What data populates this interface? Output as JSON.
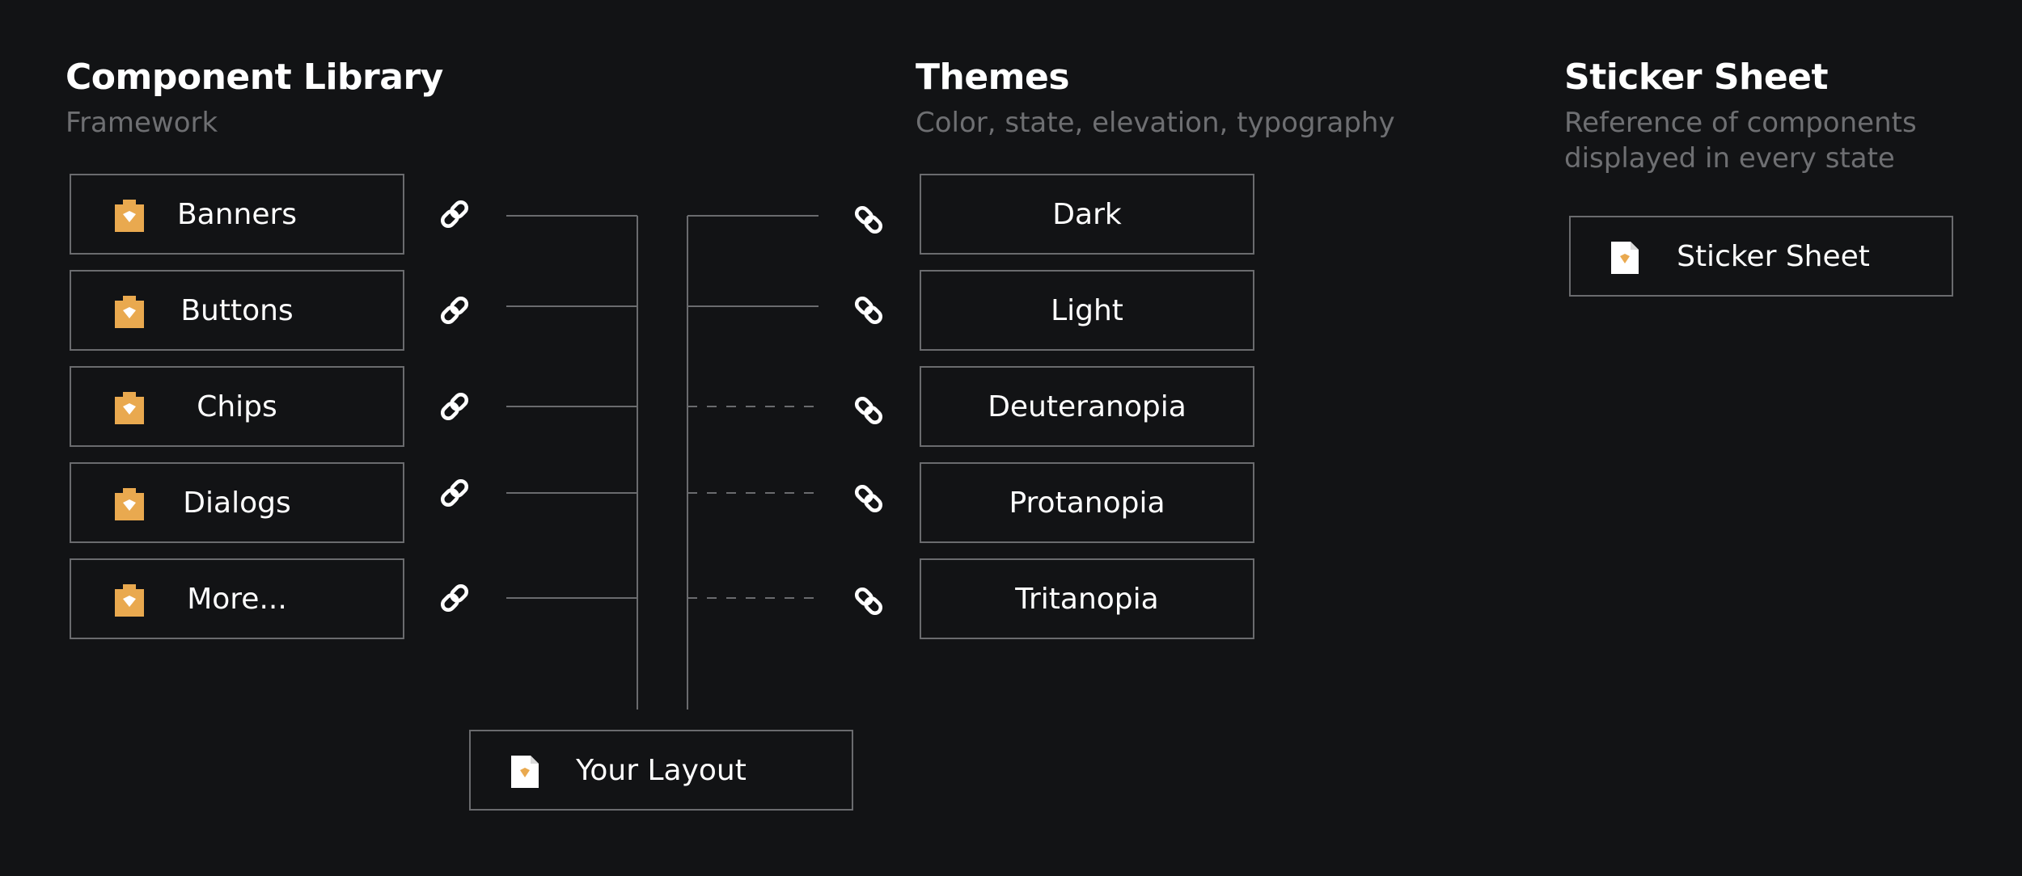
{
  "sections": {
    "library": {
      "title": "Component Library",
      "subtitle": "Framework"
    },
    "themes": {
      "title": "Themes",
      "subtitle": "Color, state, elevation, typography"
    },
    "sticker": {
      "title": "Sticker Sheet",
      "subtitle_line1": "Reference of components",
      "subtitle_line2": "displayed in every state"
    }
  },
  "library_items": [
    "Banners",
    "Buttons",
    "Chips",
    "Dialogs",
    "More..."
  ],
  "theme_items": [
    "Dark",
    "Light",
    "Deuteranopia",
    "Protanopia",
    "Tritanopia"
  ],
  "sticker_item": "Sticker Sheet",
  "layout_item": "Your Layout",
  "icons": {
    "library": "sketch-library-icon",
    "document": "sketch-document-icon",
    "link": "link-icon"
  },
  "colors": {
    "background": "#121315",
    "border": "#6a6b6e",
    "accent": "#e9a94f",
    "muted_text": "#6e6f72",
    "line": "#6a6b6e"
  }
}
